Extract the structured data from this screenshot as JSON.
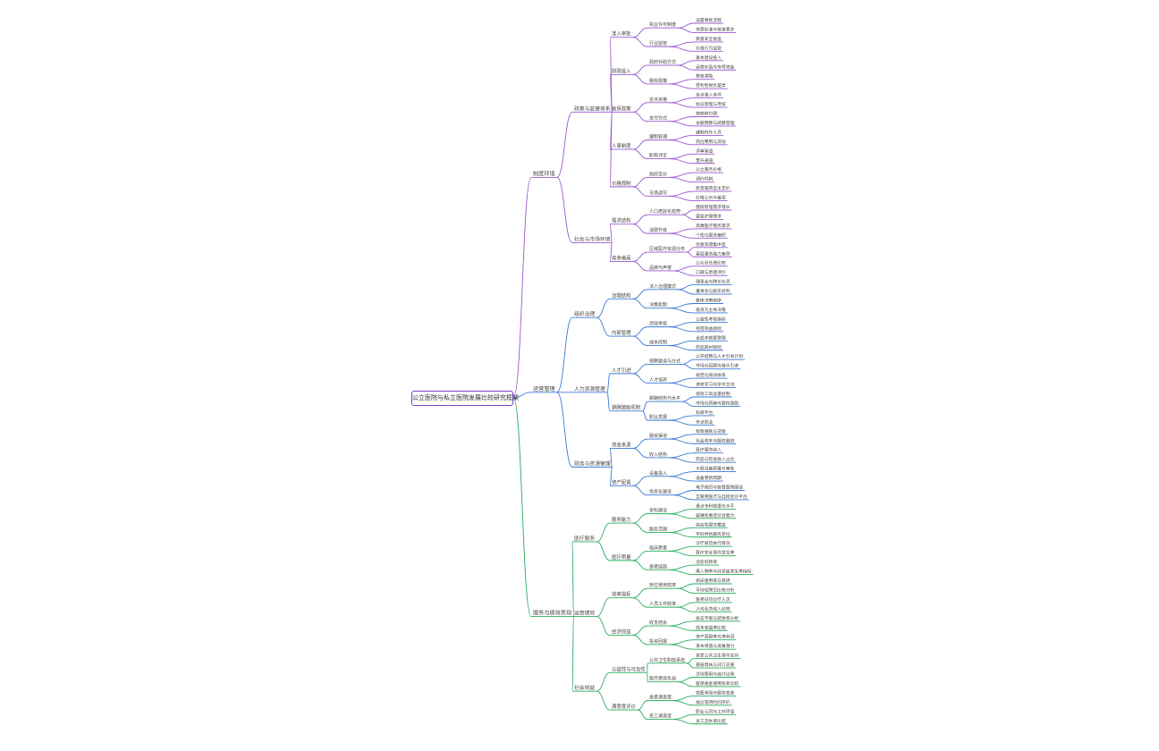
{
  "colors": {
    "branch1": "#9b59d0",
    "branch2": "#3a78d8",
    "branch3": "#27ae60",
    "text": "#444444",
    "root_border": "#7b3fc4"
  },
  "root": {
    "label": "公立医院与私立医院发展比较研究框架"
  },
  "branches": [
    {
      "label": "制度环境",
      "children": [
        {
          "label": "政策与监管体系",
          "children": [
            {
              "label": "准入审批",
              "children": [
                {
                  "label": "执业许可制度",
                  "children": [
                    {
                      "label": "设置审批流程"
                    },
                    {
                      "label": "资质标准与核准要求"
                    }
                  ]
                },
                {
                  "label": "行业监管",
                  "children": [
                    {
                      "label": "质量安全督查"
                    },
                    {
                      "label": "价格行为监管"
                    }
                  ]
                }
              ]
            },
            {
              "label": "财政投入",
              "children": [
                {
                  "label": "政府补助方式",
                  "children": [
                    {
                      "label": "基本建设投入"
                    },
                    {
                      "label": "运营补贴与专项资金"
                    }
                  ]
                },
                {
                  "label": "税收政策",
                  "children": [
                    {
                      "label": "税收减免"
                    },
                    {
                      "label": "营利性税负差异"
                    }
                  ]
                }
              ]
            },
            {
              "label": "医保政策",
              "children": [
                {
                  "label": "定点资格",
                  "children": [
                    {
                      "label": "定点准入条件"
                    },
                    {
                      "label": "协议管理与考核"
                    }
                  ]
                },
                {
                  "label": "支付方式",
                  "children": [
                    {
                      "label": "按病种付费"
                    },
                    {
                      "label": "总额预算与结算管理"
                    }
                  ]
                }
              ]
            },
            {
              "label": "人事制度",
              "children": [
                {
                  "label": "编制管理",
                  "children": [
                    {
                      "label": "编制内外人员"
                    },
                    {
                      "label": "岗位聘用与流动"
                    }
                  ]
                },
                {
                  "label": "职称评定",
                  "children": [
                    {
                      "label": "评审渠道"
                    },
                    {
                      "label": "晋升通道"
                    }
                  ]
                }
              ]
            },
            {
              "label": "价格规制",
              "children": [
                {
                  "label": "政府定价",
                  "children": [
                    {
                      "label": "公立服务价格"
                    },
                    {
                      "label": "调价机制"
                    }
                  ]
                },
                {
                  "label": "市场调节",
                  "children": [
                    {
                      "label": "民营医院自主定价"
                    },
                    {
                      "label": "价格公示与备案"
                    }
                  ]
                }
              ]
            }
          ]
        },
        {
          "label": "社会与市场环境",
          "children": [
            {
              "label": "需求结构",
              "children": [
                {
                  "label": "人口老龄化趋势",
                  "children": [
                    {
                      "label": "慢病管理需求增长"
                    },
                    {
                      "label": "康复护理需求"
                    }
                  ]
                },
                {
                  "label": "消费升级",
                  "children": [
                    {
                      "label": "高端医疗服务需求"
                    },
                    {
                      "label": "个性化服务偏好"
                    }
                  ]
                }
              ]
            },
            {
              "label": "竞争格局",
              "children": [
                {
                  "label": "区域医疗资源分布",
                  "children": [
                    {
                      "label": "优质资源集中度"
                    },
                    {
                      "label": "基层服务能力差异"
                    }
                  ]
                },
                {
                  "label": "品牌与声誉",
                  "children": [
                    {
                      "label": "公众信任度比较"
                    },
                    {
                      "label": "口碑与患者评价"
                    }
                  ]
                }
              ]
            }
          ]
        }
      ]
    },
    {
      "label": "运营管理",
      "children": [
        {
          "label": "组织治理",
          "children": [
            {
              "label": "治理结构",
              "children": [
                {
                  "label": "法人治理模式",
                  "children": [
                    {
                      "label": "理事会与院长负责"
                    },
                    {
                      "label": "董事会与股东权利"
                    }
                  ]
                },
                {
                  "label": "决策机制",
                  "children": [
                    {
                      "label": "集体决策程序"
                    },
                    {
                      "label": "投资方主导决策"
                    }
                  ]
                }
              ]
            },
            {
              "label": "内部管理",
              "children": [
                {
                  "label": "绩效考核",
                  "children": [
                    {
                      "label": "公益性考核指标"
                    },
                    {
                      "label": "经营效益指标"
                    }
                  ]
                },
                {
                  "label": "成本控制",
                  "children": [
                    {
                      "label": "全成本核算管理"
                    },
                    {
                      "label": "药品耗材管控"
                    }
                  ]
                }
              ]
            }
          ]
        },
        {
          "label": "人力资源管理",
          "children": [
            {
              "label": "人才引进",
              "children": [
                {
                  "label": "招聘渠道与方式",
                  "children": [
                    {
                      "label": "公开招聘与人才引进计划"
                    },
                    {
                      "label": "市场化招聘与猎头引进"
                    }
                  ]
                },
                {
                  "label": "人才培养",
                  "children": [
                    {
                      "label": "规范化培训体系"
                    },
                    {
                      "label": "进修学习与学术交流"
                    }
                  ]
                }
              ]
            },
            {
              "label": "薪酬激励机制",
              "children": [
                {
                  "label": "薪酬结构与水平",
                  "children": [
                    {
                      "label": "绩效工资总量控制"
                    },
                    {
                      "label": "市场化薪酬与股权激励"
                    }
                  ]
                },
                {
                  "label": "职业发展",
                  "children": [
                    {
                      "label": "科研平台"
                    },
                    {
                      "label": "多点执业"
                    }
                  ]
                }
              ]
            }
          ]
        },
        {
          "label": "财务与资源管理",
          "children": [
            {
              "label": "资金来源",
              "children": [
                {
                  "label": "融资渠道",
                  "children": [
                    {
                      "label": "财政拨款与贷款"
                    },
                    {
                      "label": "社会资本与股权融资"
                    }
                  ]
                },
                {
                  "label": "收入结构",
                  "children": [
                    {
                      "label": "医疗服务收入"
                    },
                    {
                      "label": "药品与检查收入占比"
                    }
                  ]
                }
              ]
            },
            {
              "label": "资产配置",
              "children": [
                {
                  "label": "设备投入",
                  "children": [
                    {
                      "label": "大型设备配置与审批"
                    },
                    {
                      "label": "设备更新周期"
                    }
                  ]
                },
                {
                  "label": "信息化建设",
                  "children": [
                    {
                      "label": "电子病历与智慧医院建设"
                    },
                    {
                      "label": "互联网医疗与远程会诊平台"
                    }
                  ]
                }
              ]
            }
          ]
        }
      ]
    },
    {
      "label": "服务与绩效表现",
      "children": [
        {
          "label": "医疗服务",
          "children": [
            {
              "label": "服务能力",
              "children": [
                {
                  "label": "学科建设",
                  "children": [
                    {
                      "label": "重点专科数量与水平"
                    },
                    {
                      "label": "疑难危重症诊治能力"
                    }
                  ]
                },
                {
                  "label": "服务范围",
                  "children": [
                    {
                      "label": "综合性服务覆盖"
                    },
                    {
                      "label": "专科特色服务定位"
                    }
                  ]
                }
              ]
            },
            {
              "label": "医疗质量",
              "children": [
                {
                  "label": "临床质量",
                  "children": [
                    {
                      "label": "诊疗规范执行情况"
                    },
                    {
                      "label": "医疗安全事件发生率"
                    }
                  ]
                },
                {
                  "label": "患者结局",
                  "children": [
                    {
                      "label": "治愈好转率"
                    },
                    {
                      "label": "再入院率与并发症发生率指标"
                    }
                  ]
                }
              ]
            }
          ]
        },
        {
          "label": "运营绩效",
          "children": [
            {
              "label": "效率指标",
              "children": [
                {
                  "label": "床位使用效率",
                  "children": [
                    {
                      "label": "病床使用率与周转"
                    },
                    {
                      "label": "平均住院日比较分析"
                    }
                  ]
                },
                {
                  "label": "人员工作效率",
                  "children": [
                    {
                      "label": "医师日均诊疗人次"
                    },
                    {
                      "label": "人均业务收入比较"
                    }
                  ]
                }
              ]
            },
            {
              "label": "经济效益",
              "children": [
                {
                  "label": "收支结余",
                  "children": [
                    {
                      "label": "收支平衡与结余率分析"
                    },
                    {
                      "label": "成本收益率比较"
                    }
                  ]
                },
                {
                  "label": "投资回报",
                  "children": [
                    {
                      "label": "资产回报率与净利润"
                    },
                    {
                      "label": "资本增值与发展潜力"
                    }
                  ]
                }
              ]
            }
          ]
        },
        {
          "label": "社会效益",
          "children": [
            {
              "label": "公益性与可及性",
              "children": [
                {
                  "label": "公共卫生职能承担",
                  "children": [
                    {
                      "label": "突发公共卫生事件应对"
                    },
                    {
                      "label": "基层帮扶与对口支援"
                    }
                  ]
                },
                {
                  "label": "医疗费用负担",
                  "children": [
                    {
                      "label": "次均费用与自付比例"
                    },
                    {
                      "label": "医保基金使用效率比较"
                    }
                  ]
                }
              ]
            },
            {
              "label": "满意度评价",
              "children": [
                {
                  "label": "患者满意度",
                  "children": [
                    {
                      "label": "就医体验与服务态度"
                    },
                    {
                      "label": "候诊等待时间评价"
                    }
                  ]
                },
                {
                  "label": "员工满意度",
                  "children": [
                    {
                      "label": "职业认同与工作环境"
                    },
                    {
                      "label": "员工流失率比较"
                    }
                  ]
                }
              ]
            }
          ]
        }
      ]
    }
  ]
}
